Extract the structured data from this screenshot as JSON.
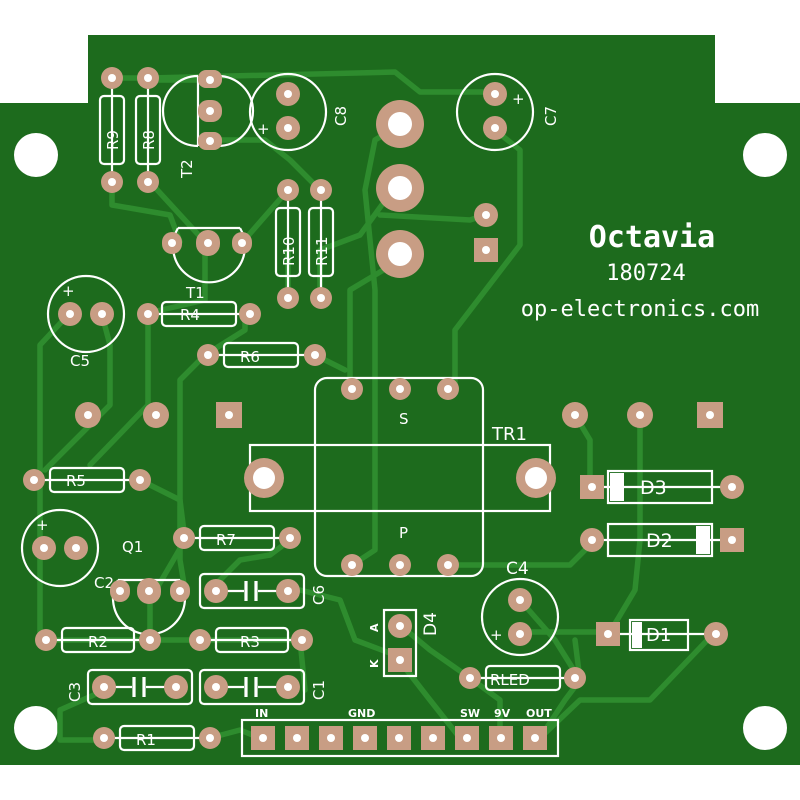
{
  "board": {
    "title": "Octavia",
    "code": "180724",
    "site": "op-electronics.com"
  },
  "colors": {
    "board": "#1d6b1d",
    "trace": "#2e8c2e",
    "pad": "#c89d84",
    "silk": "#ffffff"
  },
  "labels": {
    "R9": "R9",
    "R8": "R8",
    "T2": "T2",
    "C8": "C8",
    "C7": "C7",
    "R10": "R10",
    "R11": "R11",
    "T1": "T1",
    "R4": "R4",
    "C5": "C5",
    "R6": "R6",
    "S": "S",
    "TR1": "TR1",
    "P": "P",
    "R5": "R5",
    "Q1": "Q1",
    "R7": "R7",
    "C2": "C2",
    "C6": "C6",
    "D3": "D3",
    "D2": "D2",
    "C4": "C4",
    "D4": "D4",
    "R2": "R2",
    "R3": "R3",
    "D1": "D1",
    "C3": "C3",
    "C1": "C1",
    "RLED": "RLED",
    "R1": "R1",
    "anode": "A",
    "cathode": "K",
    "plus": "+"
  },
  "connector": {
    "in": "IN",
    "gnd": "GND",
    "sw": "SW",
    "v9": "9V",
    "out": "OUT"
  }
}
